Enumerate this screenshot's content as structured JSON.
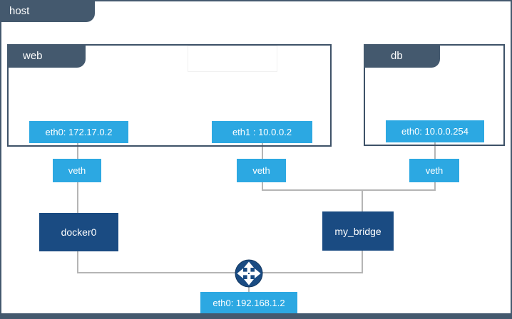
{
  "diagram": {
    "host": {
      "label": "host"
    },
    "containers": [
      {
        "name": "web",
        "interfaces": [
          "eth0: 172.17.0.2",
          "eth1 : 10.0.0.2"
        ]
      },
      {
        "name": "db",
        "interfaces": [
          "eth0: 10.0.0.254"
        ]
      }
    ],
    "veths": [
      "veth",
      "veth",
      "veth"
    ],
    "bridges": [
      "docker0",
      "my_bridge"
    ],
    "host_interface": "eth0: 192.168.1.2",
    "icons": {
      "router": "crossed-arrows-router-icon"
    },
    "colors": {
      "slate": "#44596E",
      "bright_blue": "#2CA8E2",
      "navy": "#1A4B82",
      "connector_gray": "#B5B5B5",
      "background": "#FFFFFF"
    },
    "connections": [
      "web eth0 - veth - docker0",
      "web eth1 - veth - my_bridge",
      "db eth0 - veth - my_bridge",
      "docker0 - router",
      "my_bridge - router",
      "router - host eth0"
    ]
  }
}
